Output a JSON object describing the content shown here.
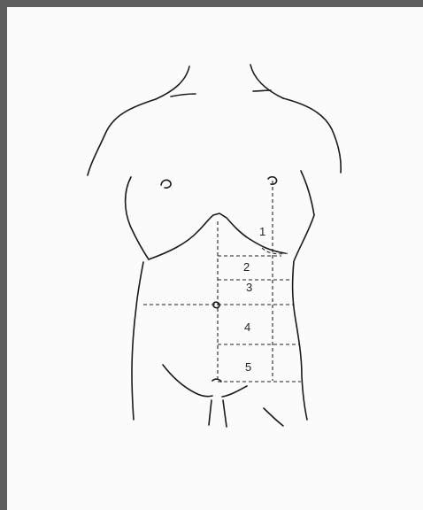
{
  "diagram": {
    "region_labels": [
      "1",
      "2",
      "3",
      "4",
      "5"
    ]
  }
}
